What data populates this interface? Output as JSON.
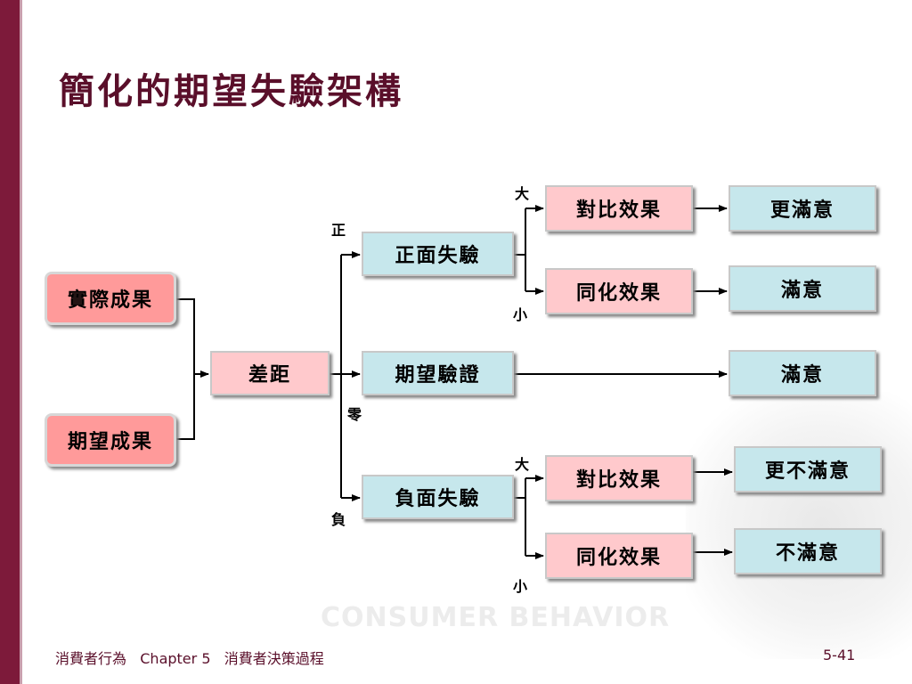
{
  "title": "簡化的期望失驗架構",
  "watermark": "CONSUMER BEHAVIOR",
  "boxes": {
    "actual": "實際成果",
    "expected": "期望成果",
    "gap": "差距",
    "positive": "正面失驗",
    "confirm": "期望驗證",
    "negative": "負面失驗",
    "contrast_top": "對比效果",
    "assim_top": "同化效果",
    "contrast_bottom": "對比效果",
    "assim_bottom": "同化效果",
    "more_satisfied": "更滿意",
    "satisfied_1": "滿意",
    "satisfied_2": "滿意",
    "more_dissatisfied": "更不滿意",
    "dissatisfied": "不滿意"
  },
  "labels": {
    "pos": "正",
    "zero": "零",
    "neg": "負",
    "big_top": "大",
    "small_top": "小",
    "big_bottom": "大",
    "small_bottom": "小"
  },
  "footer": {
    "left": "消費者行為   Chapter 5   消費者決策過程",
    "page": "5-41"
  }
}
